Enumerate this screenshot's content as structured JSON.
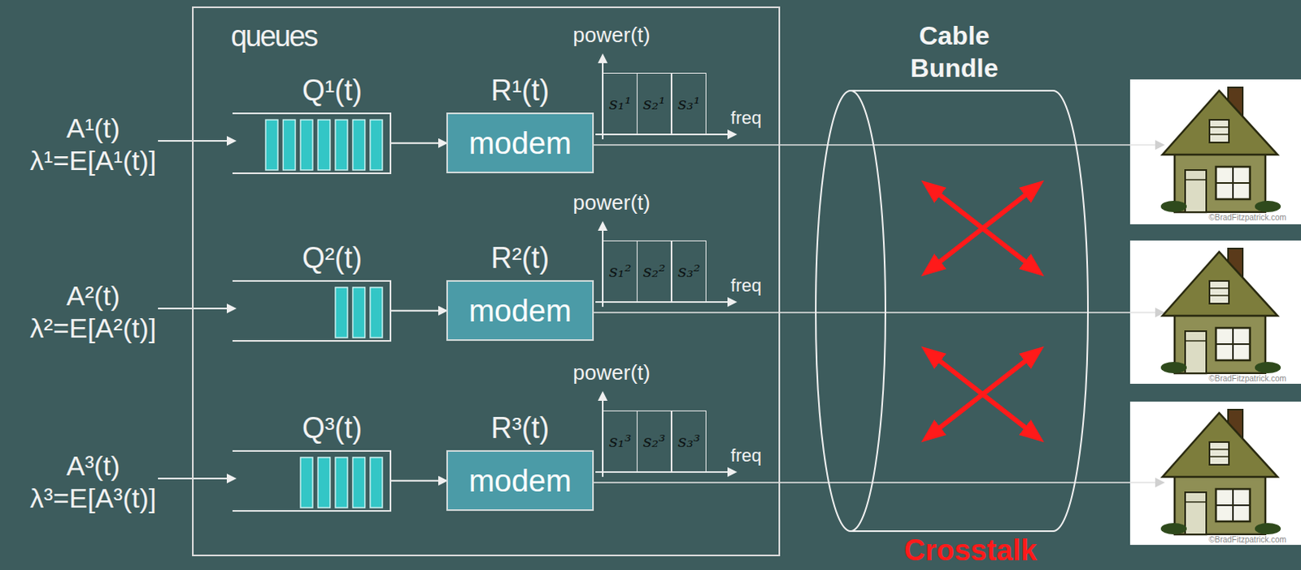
{
  "diagram": {
    "nodes": [
      {
        "text": [
          "queues"
        ]
      },
      {
        "text": [
          "Q¹(t)"
        ],
        "in": 0
      },
      {
        "text": [
          "R¹(t)",
          "modem"
        ],
        "in": 0
      },
      {
        "text": [
          "s₁¹"
        ],
        "in": 0
      },
      {
        "text": [
          "s₂¹"
        ],
        "in": 0
      },
      {
        "text": [
          "s₃¹"
        ],
        "in": 0
      },
      {
        "text": [
          "Q²(t)"
        ],
        "in": 0
      },
      {
        "text": [
          "R²(t)",
          "modem"
        ],
        "in": 0
      },
      {
        "text": [
          "s₁²"
        ],
        "in": 0
      },
      {
        "text": [
          "s₂²"
        ],
        "in": 0
      },
      {
        "text": [
          "s₃²"
        ],
        "in": 0
      },
      {
        "text": [
          "Q³(t)"
        ],
        "in": 0
      },
      {
        "text": [
          "R³(t)",
          "modem"
        ],
        "in": 0
      },
      {
        "text": [
          "s₁³"
        ],
        "in": 0
      },
      {
        "text": [
          "s₂³"
        ],
        "in": 0
      },
      {
        "text": [
          "s₃³"
        ],
        "in": 0
      },
      {
        "text": [
          "Cable Bundle"
        ]
      }
    ],
    "edges": [
      {
        "from": 1,
        "to": 2,
        "arrow": "to"
      },
      {
        "from": 6,
        "to": 7,
        "arrow": "to"
      },
      {
        "from": 11,
        "to": 12,
        "arrow": "to"
      }
    ],
    "labels": [
      "A¹(t)",
      "λ¹=E[A¹(t)]",
      "A²(t)",
      "λ²=E[A²(t)]",
      "A³(t)",
      "λ³=E[A³(t)]",
      "power(t)",
      "freq",
      "power(t)",
      "freq",
      "power(t)",
      "freq",
      "Crosstalk",
      "©BradFitzpatrick.com",
      "©BradFitzpatrick.com",
      "©BradFitzpatrick.com"
    ]
  }
}
